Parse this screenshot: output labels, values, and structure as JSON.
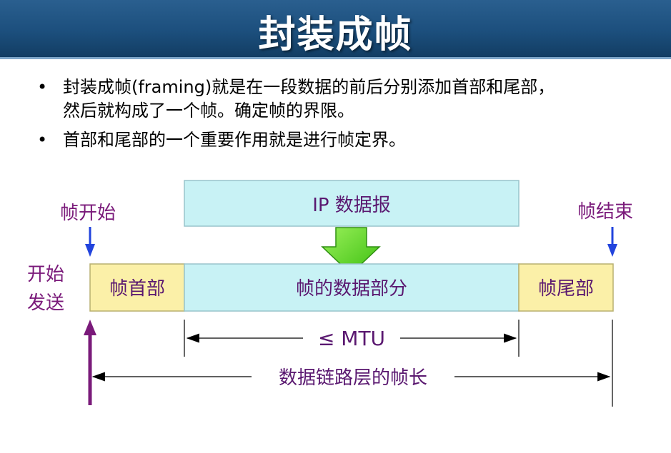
{
  "slide": {
    "title": "封装成帧",
    "bullets": [
      {
        "lines": [
          "封装成帧(framing)就是在一段数据的前后分别添加首部和尾部，",
          "然后就构成了一个帧。确定帧的界限。"
        ]
      },
      {
        "lines": [
          "首部和尾部的一个重要作用就是进行帧定界。"
        ]
      }
    ]
  },
  "diagram": {
    "ip_datagram": "IP 数据报",
    "frame_header": "帧首部",
    "frame_data": "帧的数据部分",
    "frame_trailer": "帧尾部",
    "frame_start": "帧开始",
    "frame_end": "帧结束",
    "start_send_line1": "开始",
    "start_send_line2": "发送",
    "mtu": "≤ MTU",
    "frame_length": "数据链路层的帧长"
  },
  "colors": {
    "title_bg": "#1c4f7d",
    "cyan_box": "#c8f2f5",
    "yellow_box": "#fbf0a8",
    "purple_text": "#7a1a7a",
    "green_arrow": "#66dd22",
    "blue_arrow": "#2244dd"
  }
}
